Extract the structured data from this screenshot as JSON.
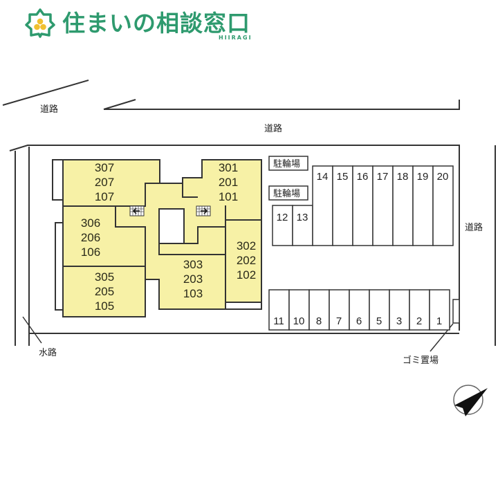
{
  "header": {
    "logo_text": "住まいの相談窓口",
    "logo_sub": "HIIRAGI",
    "logo_icon": "leaf-hexagon-icon",
    "brand_color": "#2e9a6e",
    "accent_color": "#f0c030"
  },
  "roads": {
    "top_left": "道路",
    "top": "道路",
    "right": "道路"
  },
  "labels": {
    "waterway": "水路",
    "garbage": "ゴミ置場",
    "bicycle_parking_1": "駐輪場",
    "bicycle_parking_2": "駐輪場"
  },
  "units": [
    {
      "id": "u307",
      "lines": [
        "307",
        "207",
        "107"
      ]
    },
    {
      "id": "u306",
      "lines": [
        "306",
        "206",
        "106"
      ]
    },
    {
      "id": "u305",
      "lines": [
        "305",
        "205",
        "105"
      ]
    },
    {
      "id": "u301",
      "lines": [
        "301",
        "201",
        "101"
      ]
    },
    {
      "id": "u302",
      "lines": [
        "302",
        "202",
        "102"
      ]
    },
    {
      "id": "u303",
      "lines": [
        "303",
        "203",
        "103"
      ]
    }
  ],
  "parking_top": [
    "12",
    "13",
    "14",
    "15",
    "16",
    "17",
    "18",
    "19",
    "20"
  ],
  "parking_bottom": [
    "11",
    "10",
    "8",
    "7",
    "6",
    "5",
    "3",
    "2",
    "1"
  ],
  "colors": {
    "building_fill": "#f7f1a6",
    "line": "#333333"
  },
  "compass": {
    "icon": "north-arrow-icon"
  }
}
